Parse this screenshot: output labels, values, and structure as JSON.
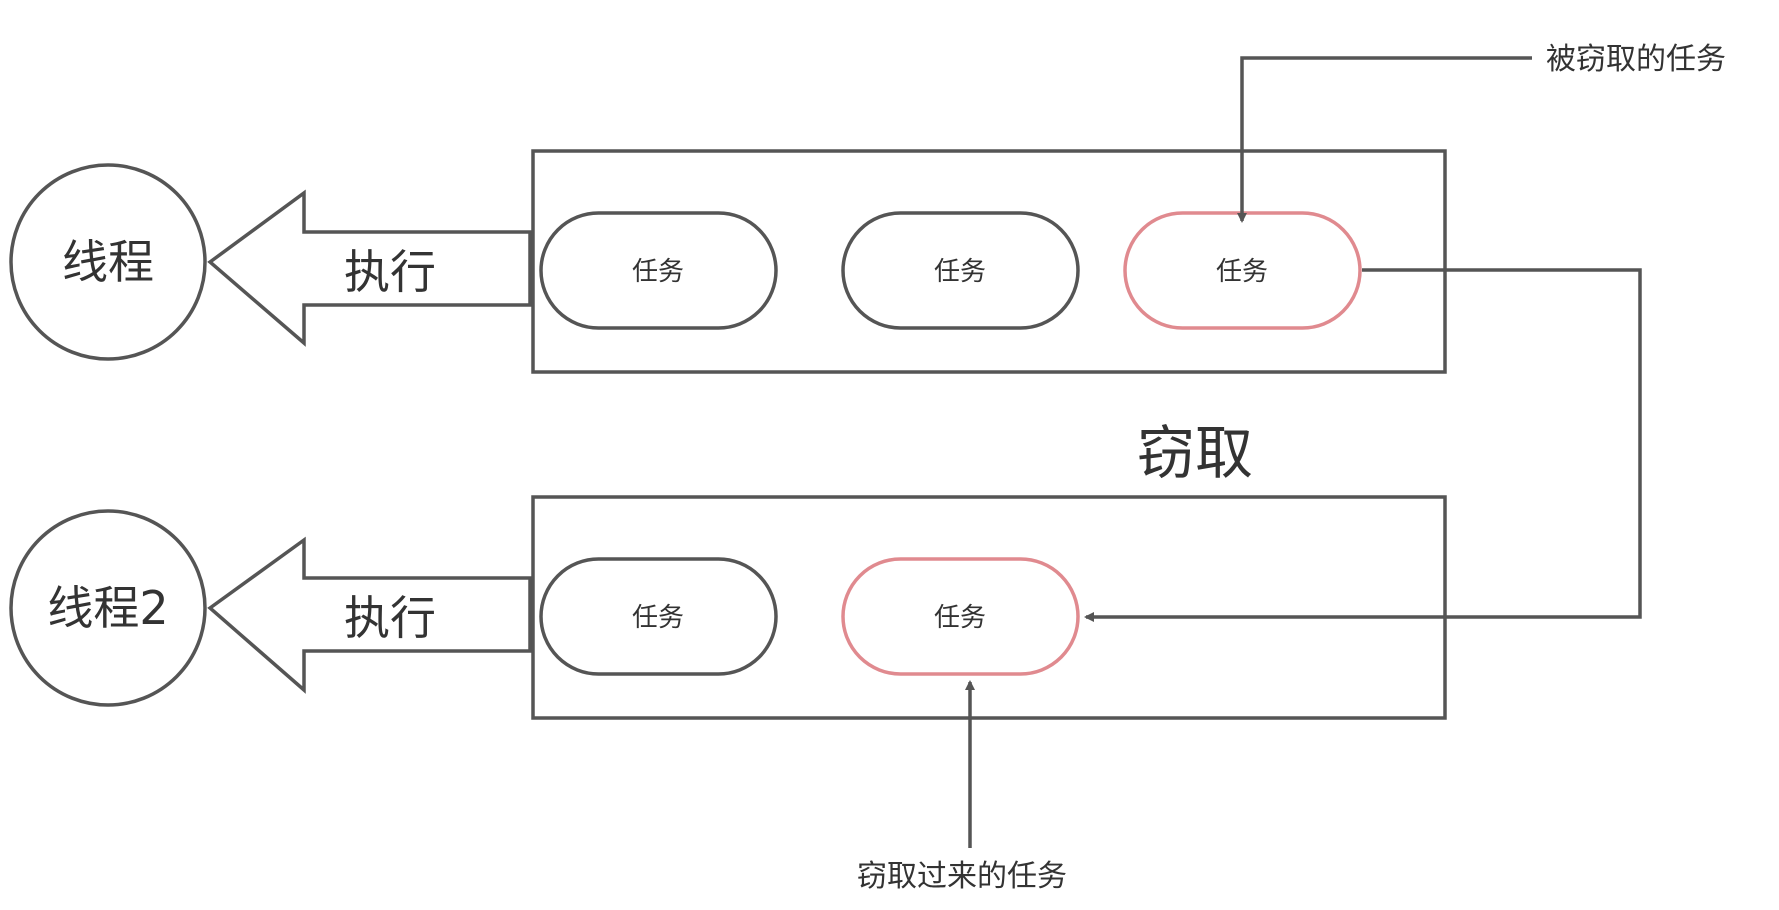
{
  "threads": [
    {
      "label": "线程",
      "action": "执行",
      "tasks": [
        "任务",
        "任务",
        "任务"
      ],
      "highlighted_index": 2
    },
    {
      "label": "线程2",
      "action": "执行",
      "tasks": [
        "任务",
        "任务"
      ],
      "highlighted_index": 1
    }
  ],
  "steal_label": "窃取",
  "stolen_from_label": "被窃取的任务",
  "stolen_to_label": "窃取过来的任务",
  "colors": {
    "stroke": "#555555",
    "highlight": "#e08a8f",
    "text": "#333333"
  }
}
